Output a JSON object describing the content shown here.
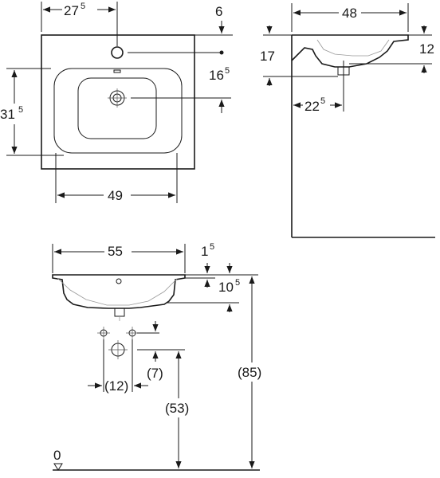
{
  "top_view": {
    "dim_width": "27",
    "dim_width_sup": "5",
    "dim_edge": "6",
    "dim_hole": "16",
    "dim_hole_sup": "5",
    "dim_depth": "31",
    "dim_depth_sup": "5",
    "dim_bowl": "49"
  },
  "side_view": {
    "dim_top": "48",
    "dim_height": "17",
    "dim_rim": "12",
    "dim_drain": "22",
    "dim_drain_sup": "5"
  },
  "front_view": {
    "dim_width": "55",
    "dim_rim": "1",
    "dim_rim_sup": "5",
    "dim_depth": "10",
    "dim_depth_sup": "5",
    "dim_7": "(7)",
    "dim_12": "(12)",
    "dim_53": "(53)",
    "dim_85": "(85)",
    "floor_label": "0"
  }
}
